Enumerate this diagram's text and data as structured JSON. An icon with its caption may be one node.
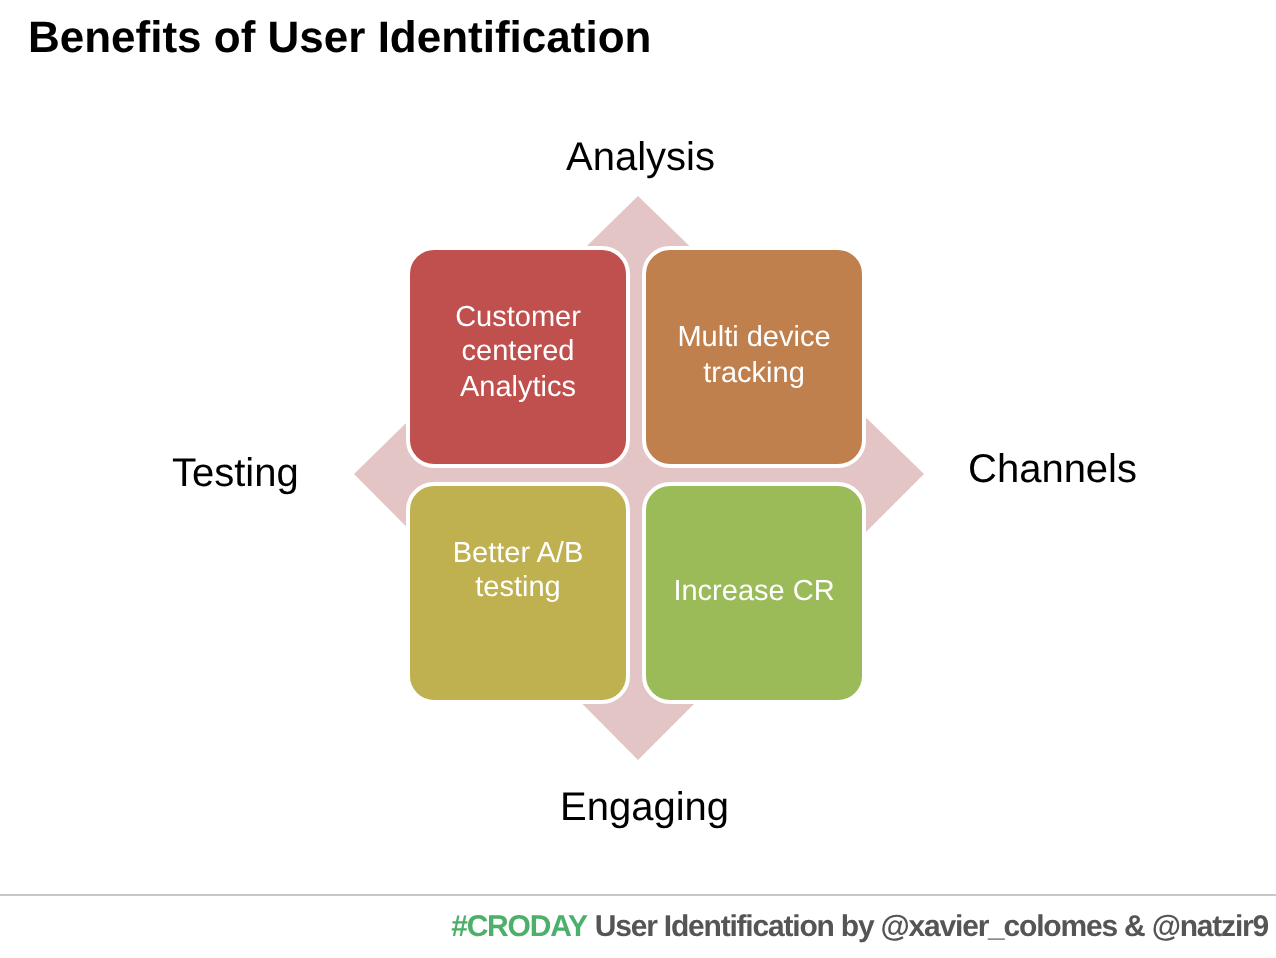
{
  "diagram": {
    "title": "Benefits of User Identification",
    "nodes": [
      {
        "text": [
          "Customer centered Analytics"
        ]
      },
      {
        "text": [
          "Multi device tracking"
        ]
      },
      {
        "text": [
          "Better A/B testing"
        ]
      },
      {
        "text": [
          "Increase CR"
        ]
      }
    ],
    "labels": [
      "Analysis",
      "Testing",
      "Channels",
      "Engaging",
      "#CRODAY",
      "User Identification by @xavier_colomes & @natzir9"
    ]
  }
}
